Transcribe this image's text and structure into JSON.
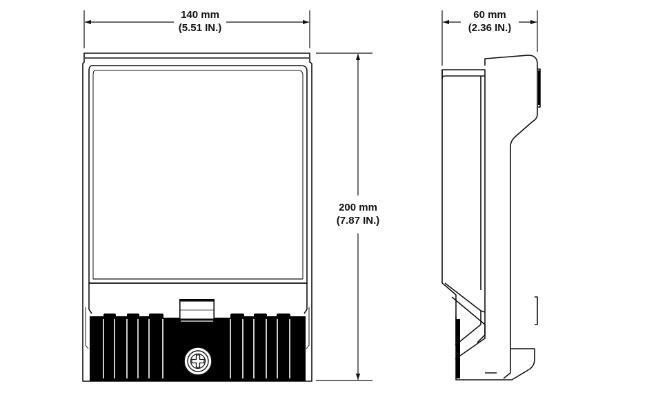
{
  "colors": {
    "line": "#111111",
    "background": "#ffffff",
    "fill_dark": "#000000",
    "fill_light": "#ffffff"
  },
  "dimensions": {
    "width": {
      "metric": "140 mm",
      "imperial": "(5.51 IN.)"
    },
    "height": {
      "metric": "200 mm",
      "imperial": "(7.87 IN.)"
    },
    "depth": {
      "metric": "60 mm",
      "imperial": "(2.36 IN.)"
    }
  },
  "icons": {
    "front_view": "luminaire-front-view",
    "side_view": "luminaire-side-view",
    "screw": "phillips-screw-icon"
  }
}
